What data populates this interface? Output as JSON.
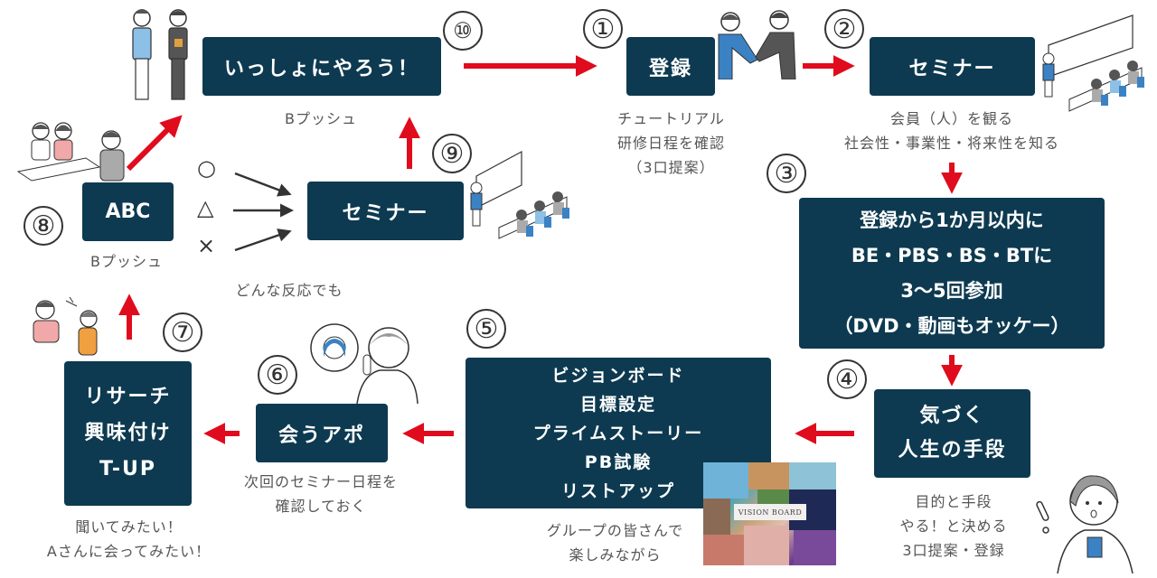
{
  "title": "Business flow diagram",
  "colors": {
    "box": "#0d3a50",
    "arrow": "#e00b1c",
    "text": "#555555"
  },
  "steps": {
    "s1": {
      "num": "①",
      "lines": [
        "登録"
      ],
      "notes": [
        "チュートリアル",
        "研修日程を確認",
        "（3口提案）"
      ]
    },
    "s2": {
      "num": "②",
      "lines": [
        "セミナー"
      ],
      "notes": [
        "会員（人）を観る",
        "社会性・事業性・将来性を知る"
      ]
    },
    "s3": {
      "num": "③",
      "lines": [
        "登録から1か月以内に",
        "BE・PBS・BS・BTに",
        "3〜5回参加",
        "（DVD・動画もオッケー）"
      ]
    },
    "s4": {
      "num": "④",
      "lines": [
        "気づく",
        "人生の手段"
      ],
      "notes": [
        "目的と手段",
        "やる！と決める",
        "3口提案・登録"
      ]
    },
    "s5": {
      "num": "⑤",
      "lines": [
        "ビジョンボード",
        "目標設定",
        "プライムストーリー",
        "PB試験",
        "リストアップ"
      ],
      "notes": [
        "グループの皆さんで",
        "楽しみながら"
      ],
      "image_label": "VISION BOARD"
    },
    "s6": {
      "num": "⑥",
      "lines": [
        "会うアポ"
      ],
      "notes": [
        "次回のセミナー日程を",
        "確認しておく"
      ]
    },
    "s7": {
      "num": "⑦",
      "lines": [
        "リサーチ",
        "興味付け",
        "T-UP"
      ],
      "notes": [
        "聞いてみたい！",
        "Aさんに会ってみたい！"
      ]
    },
    "s8": {
      "num": "⑧",
      "lines": [
        "ABC"
      ],
      "notes": [
        "Bプッシュ"
      ],
      "reactions": [
        "○",
        "△",
        "×"
      ],
      "reaction_note": "どんな反応でも"
    },
    "s9": {
      "num": "⑨",
      "lines": [
        "セミナー"
      ]
    },
    "s10": {
      "num": "⑩",
      "lines": [
        "いっしょにやろう！"
      ],
      "notes": [
        "Bプッシュ"
      ]
    }
  }
}
